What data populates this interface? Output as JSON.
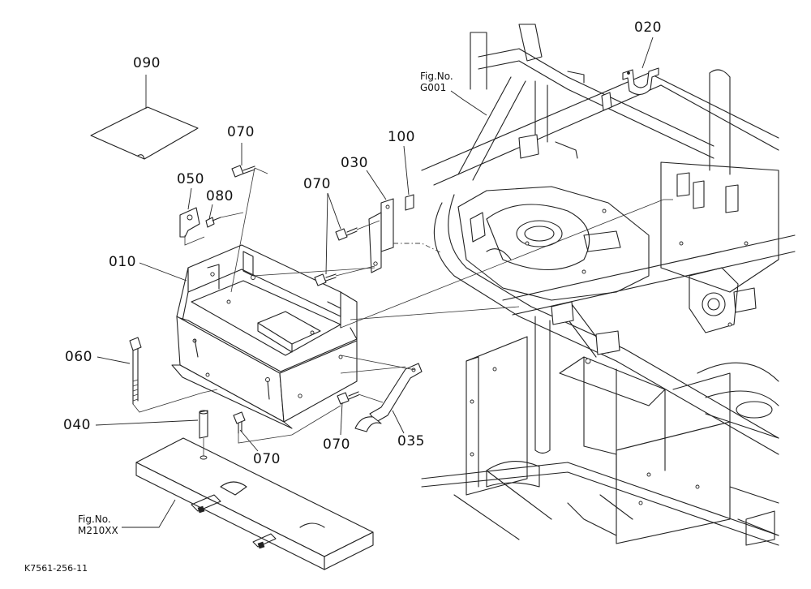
{
  "callouts": {
    "p090": "090",
    "p070_top": "070",
    "p050": "050",
    "p080": "080",
    "p070_mid": "070",
    "p030": "030",
    "p100": "100",
    "p020": "020",
    "p010": "010",
    "p060": "060",
    "p040": "040",
    "p070_bottom": "070",
    "p070_right": "070",
    "p035": "035"
  },
  "figure_refs": {
    "g001": {
      "line1": "Fig.No.",
      "line2": "G001"
    },
    "m210": {
      "line1": "Fig.No.",
      "line2": "M210XX"
    }
  },
  "drawing_number": "K7561-256-11"
}
